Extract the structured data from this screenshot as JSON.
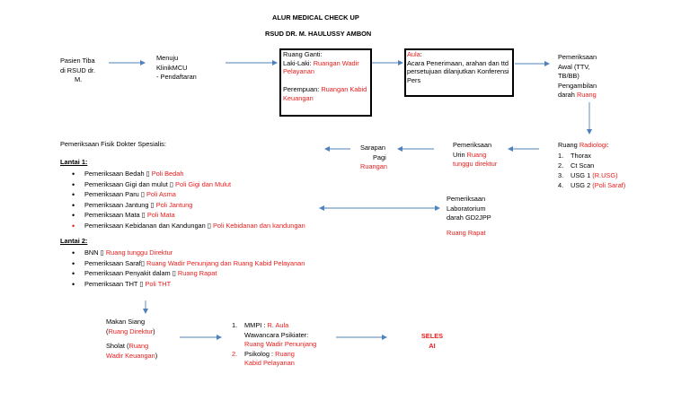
{
  "title_line1": "ALUR MEDICAL CHECK UP",
  "title_line2": "RSUD DR. M. HAULUSSY AMBON",
  "step_arrival": [
    "Pasien Tiba",
    "di RSUD dr.",
    "M."
  ],
  "step_registration": [
    "Menuju",
    "KlinikMCU",
    "- Pendaftaran"
  ],
  "changing_room": {
    "heading": "Ruang Ganti:",
    "male_label": "Laki-Laki: ",
    "male_room_1": "Ruangan Wadir",
    "male_room_2": "Pelayanan",
    "female_label": "Perempuan: ",
    "female_room_1": "Ruangan Kabid",
    "female_room_2": "Keuangan"
  },
  "hall": {
    "name": "Aula",
    "line1": "Acara Penerimaan, arahan dan ttd",
    "line2": "persetujuan dilanjutkan Konferensi",
    "line3": "Pers"
  },
  "initial_exam": {
    "lines": [
      "Pemeriksaan",
      "Awal (TTV,",
      "TB/BB)",
      "Pengambilan"
    ],
    "last_prefix": "darah ",
    "room": "Ruang"
  },
  "radiology": {
    "label": "Ruang ",
    "room": "Radiologi",
    "items": [
      {
        "num": "1.",
        "text": "Thorax",
        "note": ""
      },
      {
        "num": "2.",
        "text": "Ct Scan",
        "note": ""
      },
      {
        "num": "3.",
        "text": "USG 1 ",
        "note": "(R.USG)"
      },
      {
        "num": "4.",
        "text": "USG 2 ",
        "note": "(Poli Saraf)"
      }
    ]
  },
  "urine": {
    "line1": "Pemeriksaan",
    "line2_prefix": "Urin ",
    "line2_room": "Ruang",
    "line3_room": "tunggu direktur"
  },
  "breakfast": {
    "lines": [
      "Sarapan",
      "Pagi"
    ],
    "room": "Ruangan"
  },
  "lab": {
    "lines": [
      "Pemeriksaan",
      "Laboratorium",
      "darah GD2JPP"
    ],
    "room": "Ruang Rapat"
  },
  "specialist": {
    "heading": "Pemeriksaan Fisik Dokter Spesialis:",
    "floor1_label": "Lantai 1:",
    "floor1_items": [
      {
        "text": "Pemeriksaan Bedah ",
        "room": "Poli Bedah"
      },
      {
        "text": "Pemeriksaan Gigi dan mulut ",
        "room": "Poli Gigi dan Mulut"
      },
      {
        "text": "Pemeriksaan Paru ",
        "room": "Poli Asma"
      },
      {
        "text": "Pemeriksaan Jantung ",
        "room": "Poli Jantung"
      },
      {
        "text": "Pemeriksaan Mata ",
        "room": "Poli Mata"
      },
      {
        "text": "Pemeriksaan Kebidanan dan Kandungan ",
        "room": "Poli Kebidanan dan kandungan"
      }
    ],
    "floor2_label": "Lantai 2:",
    "floor2_items": [
      {
        "text": "BNN ",
        "room": "Ruang tunggu Direktur"
      },
      {
        "text": "Pemeriksaan Saraf",
        "room": "Ruang Wadir Penunjang dan Ruang Kabid Pelayanan"
      },
      {
        "text": "Pemeriksaan Penyakit dalam ",
        "room": "Ruang Rapat"
      },
      {
        "text": "Pemeriksaan THT ",
        "room": "Poli THT"
      }
    ],
    "placeholder_glyph": "▯"
  },
  "lunch": {
    "line1": "Makan Siang",
    "open_paren": "(",
    "room": "Ruang Direktur",
    "close_paren": ")",
    "prayer_prefix": "Sholat (",
    "prayer_room_1": "Ruang",
    "prayer_room_2": "Wadir Keuangan",
    "prayer_suffix": ")"
  },
  "final_steps": {
    "item1_num": "1.",
    "item1_text": "MMPI : ",
    "item1_room": "R. Aula",
    "interview_label": "Wawancara Psikiater:",
    "interview_room": "Ruang Wadir Penunjang",
    "item2_num": "2.",
    "item2_text": "Psikolog : ",
    "item2_room_1": "Ruang",
    "item2_room_2": "Kabid Pelayanan"
  },
  "finish": [
    "SELES",
    "AI"
  ],
  "colors": {
    "accent_red": "#e81c1c",
    "arrow_blue": "#4f81bd"
  }
}
